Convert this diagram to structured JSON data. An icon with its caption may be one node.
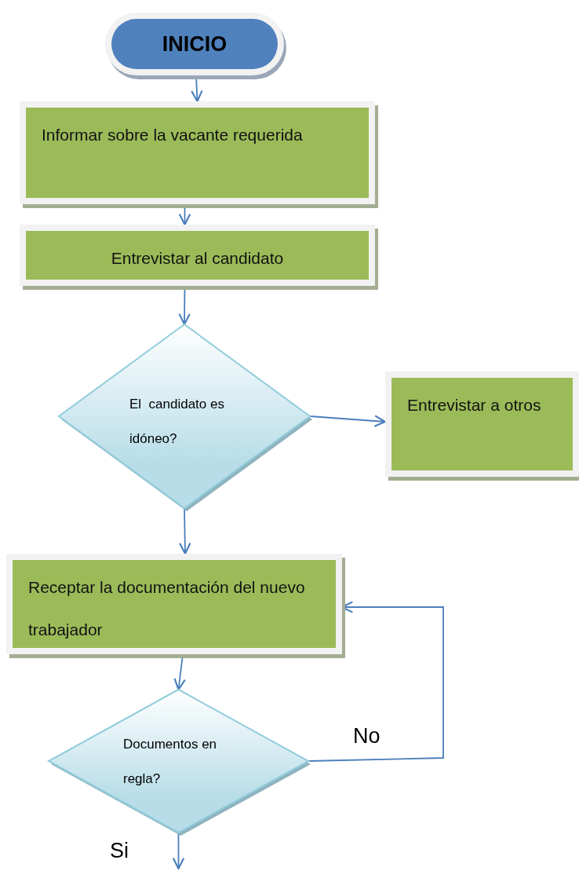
{
  "diagram": {
    "nodes": [
      {
        "text": [
          "INICIO"
        ]
      },
      {
        "text": [
          "Informar sobre la vacante requerida"
        ]
      },
      {
        "text": [
          "Entrevistar al candidato"
        ]
      },
      {
        "text": [
          "El  candidato es idóneo?"
        ]
      },
      {
        "text": [
          "Entrevistar a otros"
        ]
      },
      {
        "text": [
          "Receptar la documentación del nuevo trabajador"
        ]
      },
      {
        "text": [
          "Documentos en regla?"
        ]
      }
    ],
    "edges": [
      {
        "from": 0,
        "to": 1,
        "arrow": "to"
      },
      {
        "from": 1,
        "to": 2,
        "arrow": "to"
      },
      {
        "from": 2,
        "to": 3,
        "arrow": "to"
      },
      {
        "from": 3,
        "to": 4,
        "arrow": "to"
      },
      {
        "from": 3,
        "to": 5,
        "arrow": "to"
      },
      {
        "from": 5,
        "to": 6,
        "arrow": "to"
      },
      {
        "from": 6,
        "to": 5,
        "arrow": "to",
        "label": "No"
      },
      {
        "from": 6,
        "to": null,
        "arrow": "to",
        "label": "Si"
      }
    ]
  }
}
